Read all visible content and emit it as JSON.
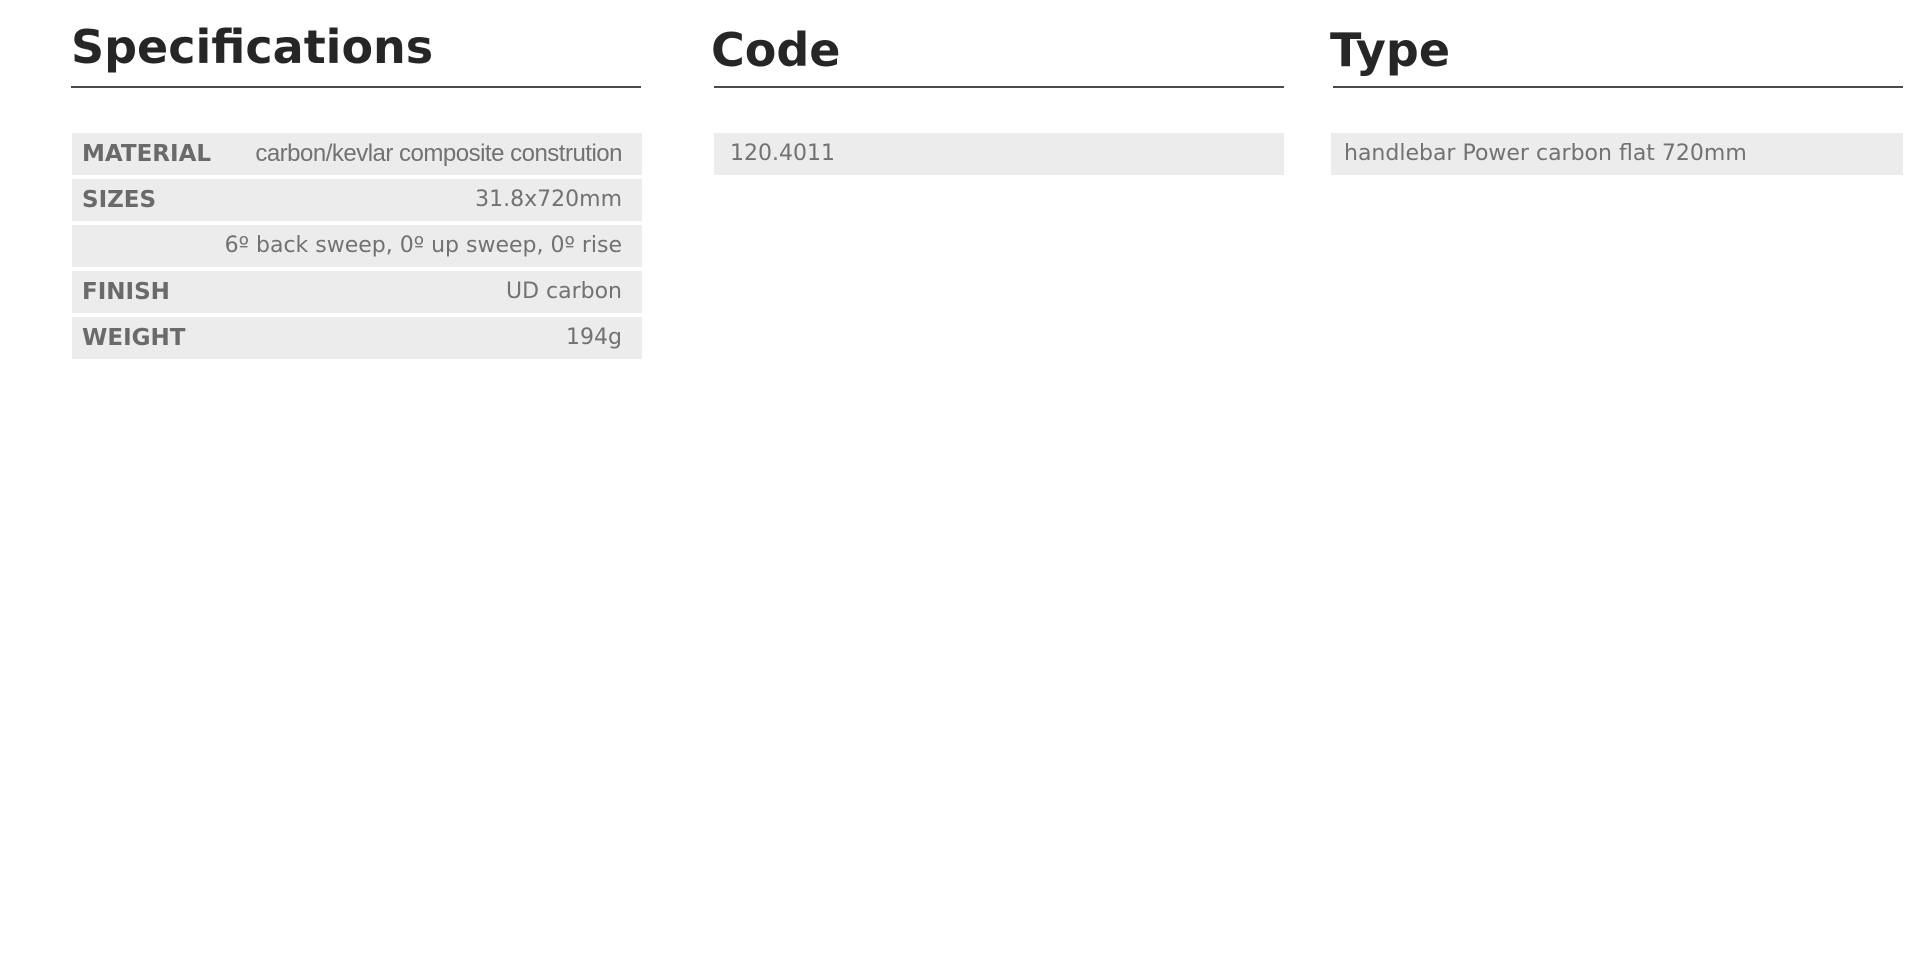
{
  "specifications": {
    "title": "Specifications",
    "rows": [
      {
        "label": "MATERIAL",
        "value": "carbon/kevlar composite constrution"
      },
      {
        "label": "SIZES",
        "value": "31.8x720mm"
      },
      {
        "label": "",
        "value": "6º back sweep, 0º up sweep, 0º rise"
      },
      {
        "label": "FINISH",
        "value": "UD carbon"
      },
      {
        "label": "WEIGHT",
        "value": "194g"
      }
    ]
  },
  "code": {
    "title": "Code",
    "value": "120.4011"
  },
  "type": {
    "title": "Type",
    "value": "handlebar Power carbon flat 720mm"
  }
}
